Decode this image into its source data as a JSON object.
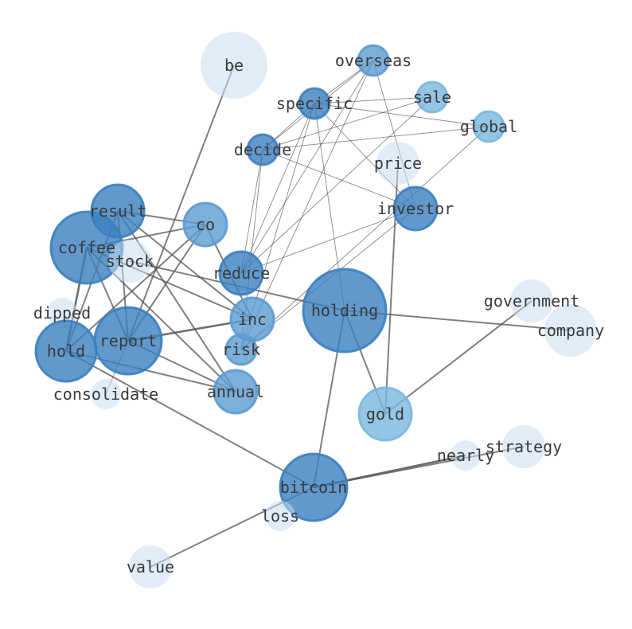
{
  "graph": {
    "colors": {
      "edge": "#555555",
      "strong": "#3a7fbf",
      "medium": "#5b9bd0",
      "light": "#7ab6de",
      "faint": "#c9dcf0",
      "label": "#3a3a3a"
    },
    "nodes": [
      {
        "id": "be",
        "label": "be",
        "tone": "faint",
        "weight": 5
      },
      {
        "id": "overseas",
        "label": "overseas",
        "tone": "medium",
        "weight": 2
      },
      {
        "id": "specific",
        "label": "specific",
        "tone": "strong",
        "weight": 2
      },
      {
        "id": "sale",
        "label": "sale",
        "tone": "light",
        "weight": 2
      },
      {
        "id": "global",
        "label": "global",
        "tone": "light",
        "weight": 2
      },
      {
        "id": "decide",
        "label": "decide",
        "tone": "strong",
        "weight": 2
      },
      {
        "id": "price",
        "label": "price",
        "tone": "faint",
        "weight": 3
      },
      {
        "id": "investor",
        "label": "investor",
        "tone": "strong",
        "weight": 3
      },
      {
        "id": "result",
        "label": "result",
        "tone": "strong",
        "weight": 4
      },
      {
        "id": "co",
        "label": "co",
        "tone": "medium",
        "weight": 3
      },
      {
        "id": "coffee",
        "label": "coffee",
        "tone": "strong",
        "weight": 6
      },
      {
        "id": "stock",
        "label": "stock",
        "tone": "faint",
        "weight": 3
      },
      {
        "id": "reduce",
        "label": "reduce",
        "tone": "strong",
        "weight": 3
      },
      {
        "id": "holding",
        "label": "holding",
        "tone": "strong",
        "weight": 7
      },
      {
        "id": "government",
        "label": "government",
        "tone": "faint",
        "weight": 3
      },
      {
        "id": "company",
        "label": "company",
        "tone": "faint",
        "weight": 4
      },
      {
        "id": "dipped",
        "label": "dipped",
        "tone": "faint",
        "weight": 2
      },
      {
        "id": "inc",
        "label": "inc",
        "tone": "medium",
        "weight": 3
      },
      {
        "id": "hold",
        "label": "hold",
        "tone": "strong",
        "weight": 5
      },
      {
        "id": "report",
        "label": "report",
        "tone": "strong",
        "weight": 5
      },
      {
        "id": "risk",
        "label": "risk",
        "tone": "medium",
        "weight": 2
      },
      {
        "id": "annual",
        "label": "annual",
        "tone": "medium",
        "weight": 3
      },
      {
        "id": "consolidate",
        "label": "consolidate",
        "tone": "faint",
        "weight": 2
      },
      {
        "id": "gold",
        "label": "gold",
        "tone": "light",
        "weight": 4
      },
      {
        "id": "strategy",
        "label": "strategy",
        "tone": "faint",
        "weight": 3
      },
      {
        "id": "nearly",
        "label": "nearly",
        "tone": "faint",
        "weight": 2
      },
      {
        "id": "bitcoin",
        "label": "bitcoin",
        "tone": "strong",
        "weight": 5
      },
      {
        "id": "loss",
        "label": "loss",
        "tone": "faint",
        "weight": 2
      },
      {
        "id": "value",
        "label": "value",
        "tone": "faint",
        "weight": 3
      }
    ],
    "edges": [
      {
        "source": "be",
        "target": "report",
        "weight": 2
      },
      {
        "source": "overseas",
        "target": "specific",
        "weight": 1
      },
      {
        "source": "overseas",
        "target": "decide",
        "weight": 1
      },
      {
        "source": "overseas",
        "target": "reduce",
        "weight": 1
      },
      {
        "source": "overseas",
        "target": "risk",
        "weight": 1
      },
      {
        "source": "overseas",
        "target": "investor",
        "weight": 1
      },
      {
        "source": "specific",
        "target": "sale",
        "weight": 1
      },
      {
        "source": "specific",
        "target": "global",
        "weight": 1
      },
      {
        "source": "specific",
        "target": "decide",
        "weight": 1
      },
      {
        "source": "specific",
        "target": "reduce",
        "weight": 1
      },
      {
        "source": "specific",
        "target": "risk",
        "weight": 1
      },
      {
        "source": "specific",
        "target": "investor",
        "weight": 1
      },
      {
        "source": "specific",
        "target": "holding",
        "weight": 1
      },
      {
        "source": "sale",
        "target": "decide",
        "weight": 1
      },
      {
        "source": "sale",
        "target": "reduce",
        "weight": 1
      },
      {
        "source": "global",
        "target": "decide",
        "weight": 1
      },
      {
        "source": "global",
        "target": "risk",
        "weight": 1
      },
      {
        "source": "decide",
        "target": "investor",
        "weight": 1
      },
      {
        "source": "decide",
        "target": "reduce",
        "weight": 1
      },
      {
        "source": "decide",
        "target": "risk",
        "weight": 1
      },
      {
        "source": "investor",
        "target": "reduce",
        "weight": 1
      },
      {
        "source": "investor",
        "target": "risk",
        "weight": 1
      },
      {
        "source": "price",
        "target": "gold",
        "weight": 2
      },
      {
        "source": "result",
        "target": "co",
        "weight": 2
      },
      {
        "source": "result",
        "target": "report",
        "weight": 2
      },
      {
        "source": "result",
        "target": "inc",
        "weight": 2
      },
      {
        "source": "result",
        "target": "annual",
        "weight": 2
      },
      {
        "source": "result",
        "target": "hold",
        "weight": 2
      },
      {
        "source": "co",
        "target": "coffee",
        "weight": 2
      },
      {
        "source": "co",
        "target": "report",
        "weight": 2
      },
      {
        "source": "co",
        "target": "hold",
        "weight": 2
      },
      {
        "source": "co",
        "target": "inc",
        "weight": 2
      },
      {
        "source": "coffee",
        "target": "hold",
        "weight": 3
      },
      {
        "source": "coffee",
        "target": "annual",
        "weight": 2
      },
      {
        "source": "coffee",
        "target": "inc",
        "weight": 2
      },
      {
        "source": "coffee",
        "target": "report",
        "weight": 2
      },
      {
        "source": "stock",
        "target": "holding",
        "weight": 2
      },
      {
        "source": "holding",
        "target": "company",
        "weight": 2
      },
      {
        "source": "holding",
        "target": "gold",
        "weight": 2
      },
      {
        "source": "holding",
        "target": "bitcoin",
        "weight": 2
      },
      {
        "source": "government",
        "target": "gold",
        "weight": 2
      },
      {
        "source": "inc",
        "target": "report",
        "weight": 3
      },
      {
        "source": "hold",
        "target": "annual",
        "weight": 2
      },
      {
        "source": "hold",
        "target": "bitcoin",
        "weight": 2
      },
      {
        "source": "report",
        "target": "annual",
        "weight": 2
      },
      {
        "source": "report",
        "target": "consolidate",
        "weight": 1
      },
      {
        "source": "bitcoin",
        "target": "nearly",
        "weight": 3
      },
      {
        "source": "bitcoin",
        "target": "strategy",
        "weight": 2
      },
      {
        "source": "bitcoin",
        "target": "value",
        "weight": 2
      }
    ]
  }
}
